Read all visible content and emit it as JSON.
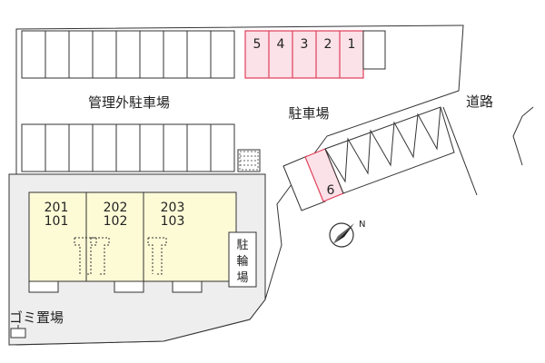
{
  "labels": {
    "managed_outside_parking": "管理外駐車場",
    "parking": "駐車場",
    "road": "道路",
    "bicycle_parking_1": "駐",
    "bicycle_parking_2": "輪",
    "bicycle_parking_3": "場",
    "garbage_area": "ゴミ置場",
    "north_marker": "N"
  },
  "parking_spaces": [
    "5",
    "4",
    "3",
    "2",
    "1",
    "6"
  ],
  "units": [
    {
      "upper": "201",
      "lower": "101"
    },
    {
      "upper": "202",
      "lower": "102"
    },
    {
      "upper": "203",
      "lower": "103"
    }
  ],
  "colors": {
    "highlight_fill": "#fbe1e8",
    "highlight_stroke": "#e0405a",
    "building_fill": "#fdfbd6",
    "lot_fill": "#eeeeee",
    "line": "#333333"
  }
}
